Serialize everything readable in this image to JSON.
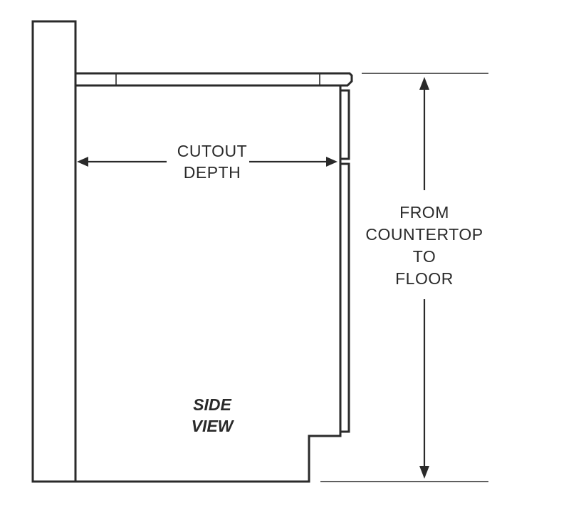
{
  "diagram": {
    "cutout_depth_label": {
      "line1": "CUTOUT",
      "line2": "DEPTH"
    },
    "height_label": {
      "line1": "FROM",
      "line2": "COUNTERTOP",
      "line3": "TO",
      "line4": "FLOOR"
    },
    "view_label": {
      "line1": "SIDE",
      "line2": "VIEW"
    },
    "colors": {
      "line": "#2a2a2a",
      "background": "#ffffff"
    }
  }
}
